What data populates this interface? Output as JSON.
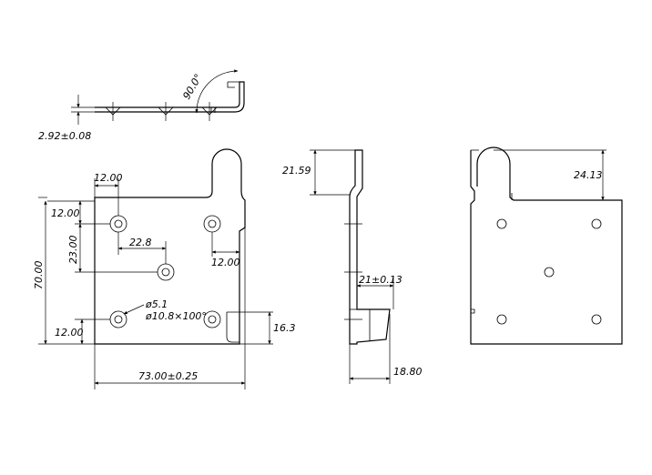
{
  "dimensions": {
    "top_thickness": "2.92±0.08",
    "bend_angle": "90.0°",
    "hole_spacing_x": "12.00",
    "hole_offset_y": "12.00",
    "hole_spacing_y": "23.00",
    "center_hole_offset": "22.8",
    "right_hole_offset": "12.00",
    "plate_height": "70.00",
    "bottom_offset": "12.00",
    "hole_diameter": "ø5.1",
    "countersink": "ø10.8×100°",
    "slot_height": "16.3",
    "plate_width": "73.00±0.25",
    "tab_height_side": "21.59",
    "flange_offset": "21±0.13",
    "side_depth": "18.80",
    "tab_height_back": "24.13"
  }
}
